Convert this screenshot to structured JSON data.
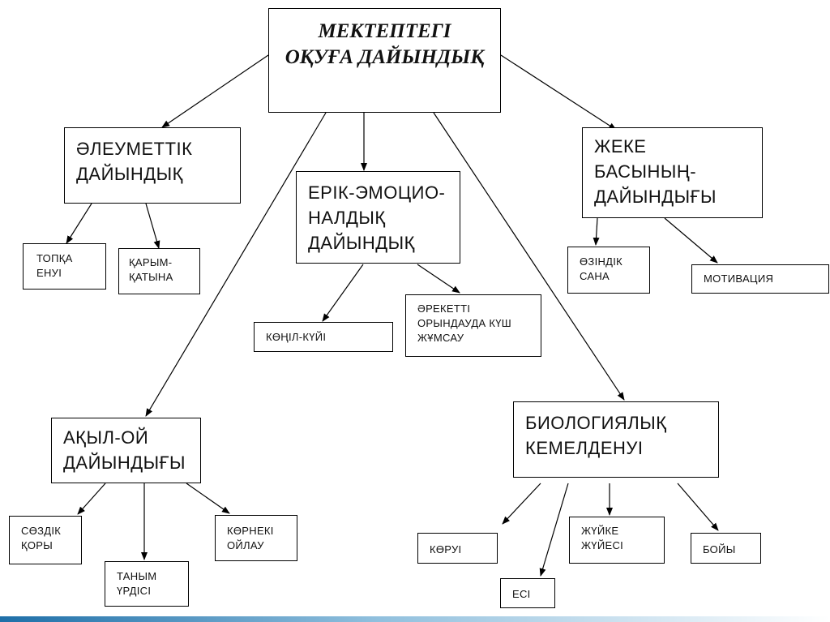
{
  "root": {
    "title": "МЕКТЕПТЕГІ\nОҚУҒА ДАЙЫНДЫҚ"
  },
  "categories": {
    "social": "ӘЛЕУМЕТТІК\nДАЙЫНДЫҚ",
    "volitional": "ЕРІК-ЭМОЦИО-\nНАЛДЫҚ\nДАЙЫНДЫҚ",
    "personal": "ЖЕКЕ\nБАСЫНЫҢ-\nДАЙЫНДЫҒЫ",
    "mental": "АҚЫЛ-ОЙ\nДАЙЫНДЫҒЫ",
    "biological": "БИОЛОГИЯЛЫҚ\nКЕМЕЛДЕНУІ"
  },
  "leaves": {
    "group": "ТОПҚА\nЕНУІ",
    "communication": "ҚАРЫМ-\nҚАТЫНА",
    "mood": "КӨҢІЛ-КҮЙІ",
    "effort": "ӘРЕКЕТТІ\nОРЫНДАУДА КҮШ\nЖҰМСАУ",
    "self_awareness": "ӨЗІНДІК\nСАНА",
    "motivation": "МОТИВАЦИЯ",
    "vocabulary": "СӨЗДІК\nҚОРЫ",
    "cognition": "ТАНЫМ\nҮРДІСІ",
    "visual_thinking": "КӨРНЕКІ\nОЙЛАУ",
    "vision": "КӨРУІ",
    "memory": "ЕСІ",
    "nervous_system": "ЖҮЙКЕ\nЖҮЙЕСІ",
    "height": "БОЙЫ"
  },
  "colors": {
    "line": "#000000",
    "bar_start": "#1e6fa8",
    "bar_end": "#ffffff"
  }
}
